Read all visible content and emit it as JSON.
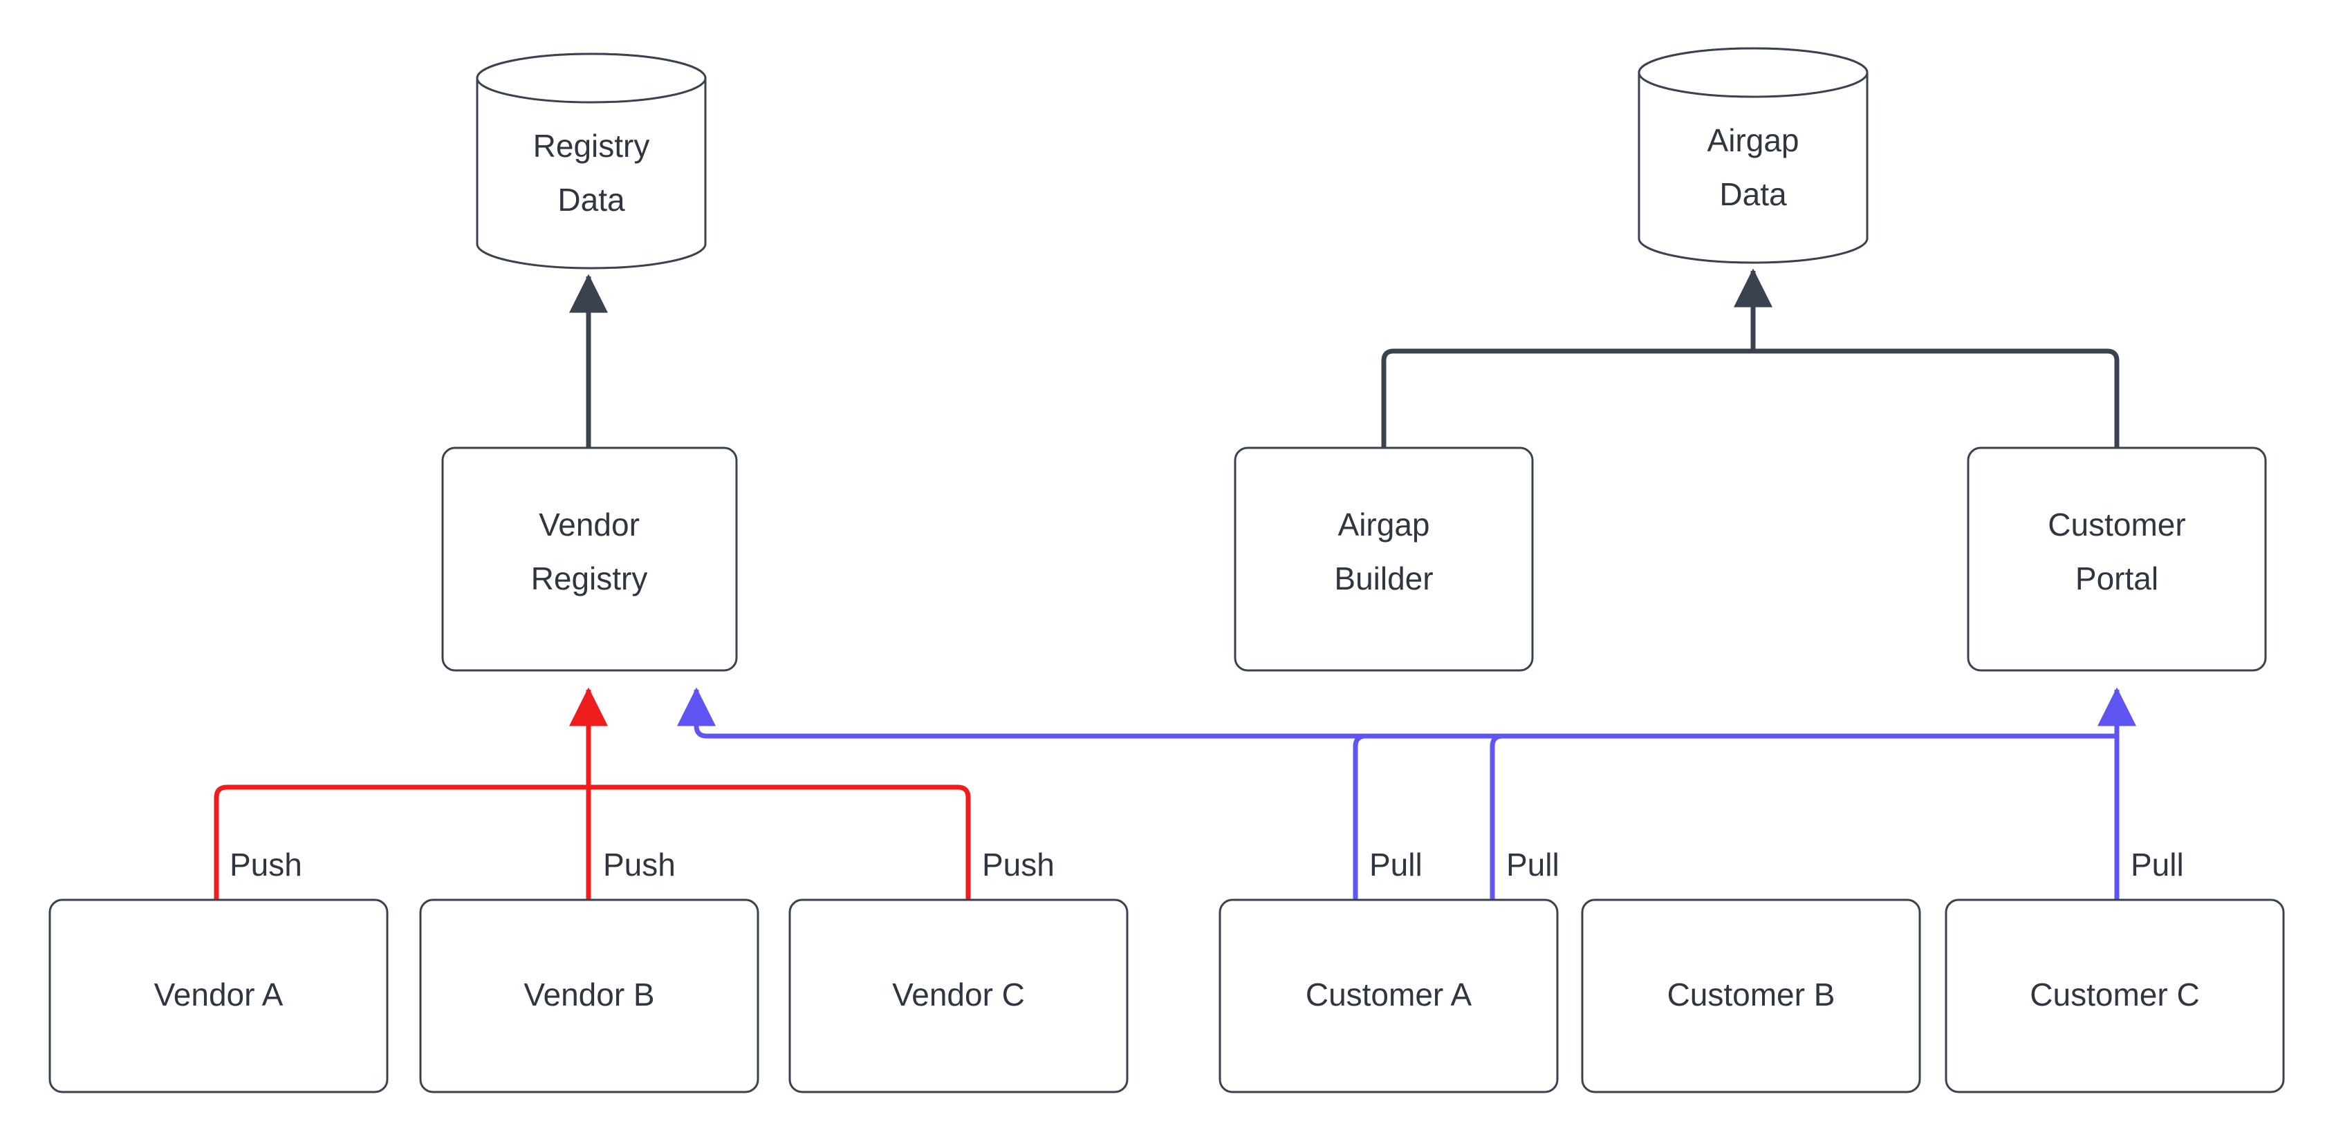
{
  "diagram": {
    "type": "flowchart",
    "background": "#ffffff",
    "colors": {
      "node_stroke": "#3a4250",
      "node_fill": "#ffffff",
      "text": "#2f3640",
      "push_edge": "#ee1c1c",
      "pull_edge": "#5f55f2",
      "default_edge": "#3a4250"
    },
    "datastores": [
      {
        "id": "registry-data",
        "label_line1": "Registry",
        "label_line2": "Data",
        "shape": "cylinder"
      },
      {
        "id": "airgap-data",
        "label_line1": "Airgap",
        "label_line2": "Data",
        "shape": "cylinder"
      }
    ],
    "services": [
      {
        "id": "vendor-registry",
        "label_line1": "Vendor",
        "label_line2": "Registry",
        "shape": "rounded-rect"
      },
      {
        "id": "airgap-builder",
        "label_line1": "Airgap",
        "label_line2": "Builder",
        "shape": "rounded-rect"
      },
      {
        "id": "customer-portal",
        "label_line1": "Customer",
        "label_line2": "Portal",
        "shape": "rounded-rect"
      }
    ],
    "actors": [
      {
        "id": "vendor-a",
        "label": "Vendor A",
        "shape": "rounded-rect"
      },
      {
        "id": "vendor-b",
        "label": "Vendor B",
        "shape": "rounded-rect"
      },
      {
        "id": "vendor-c",
        "label": "Vendor C",
        "shape": "rounded-rect"
      },
      {
        "id": "customer-a",
        "label": "Customer A",
        "shape": "rounded-rect"
      },
      {
        "id": "customer-b",
        "label": "Customer B",
        "shape": "rounded-rect"
      },
      {
        "id": "customer-c",
        "label": "Customer C",
        "shape": "rounded-rect"
      }
    ],
    "edges": [
      {
        "id": "vendor-registry-to-registry-data",
        "from": "vendor-registry",
        "to": "registry-data",
        "label": "",
        "color": "#3a4250",
        "arrow": true
      },
      {
        "id": "airgap-builder-to-airgap-data",
        "from": "airgap-builder",
        "to": "airgap-data",
        "label": "",
        "color": "#3a4250",
        "arrow": true
      },
      {
        "id": "customer-portal-to-airgap-data",
        "from": "customer-portal",
        "to": "airgap-data",
        "label": "",
        "color": "#3a4250",
        "arrow": true
      },
      {
        "id": "vendor-a-push",
        "from": "vendor-a",
        "to": "vendor-registry",
        "label": "Push",
        "color": "#ee1c1c",
        "arrow": true
      },
      {
        "id": "vendor-b-push",
        "from": "vendor-b",
        "to": "vendor-registry",
        "label": "Push",
        "color": "#ee1c1c",
        "arrow": true
      },
      {
        "id": "vendor-c-push",
        "from": "vendor-c",
        "to": "vendor-registry",
        "label": "Push",
        "color": "#ee1c1c",
        "arrow": true
      },
      {
        "id": "customer-a-pull",
        "from": "customer-a",
        "to": "customer-portal",
        "label": "Pull",
        "color": "#5f55f2",
        "arrow": true
      },
      {
        "id": "customer-b-pull",
        "from": "customer-b",
        "to": "customer-portal",
        "label": "Pull",
        "color": "#5f55f2",
        "arrow": true
      },
      {
        "id": "customer-c-pull",
        "from": "customer-c",
        "to": "customer-portal",
        "label": "Pull",
        "color": "#5f55f2",
        "arrow": true
      },
      {
        "id": "vendor-registry-pull-back",
        "from": "vendor-registry",
        "to": "customer-portal",
        "label": "",
        "color": "#5f55f2",
        "arrow": true
      }
    ],
    "edge_labels": [
      {
        "id": "label-push-a",
        "text": "Push"
      },
      {
        "id": "label-push-b",
        "text": "Push"
      },
      {
        "id": "label-push-c",
        "text": "Push"
      },
      {
        "id": "label-pull-a",
        "text": "Pull"
      },
      {
        "id": "label-pull-b",
        "text": "Pull"
      },
      {
        "id": "label-pull-c",
        "text": "Pull"
      }
    ]
  }
}
